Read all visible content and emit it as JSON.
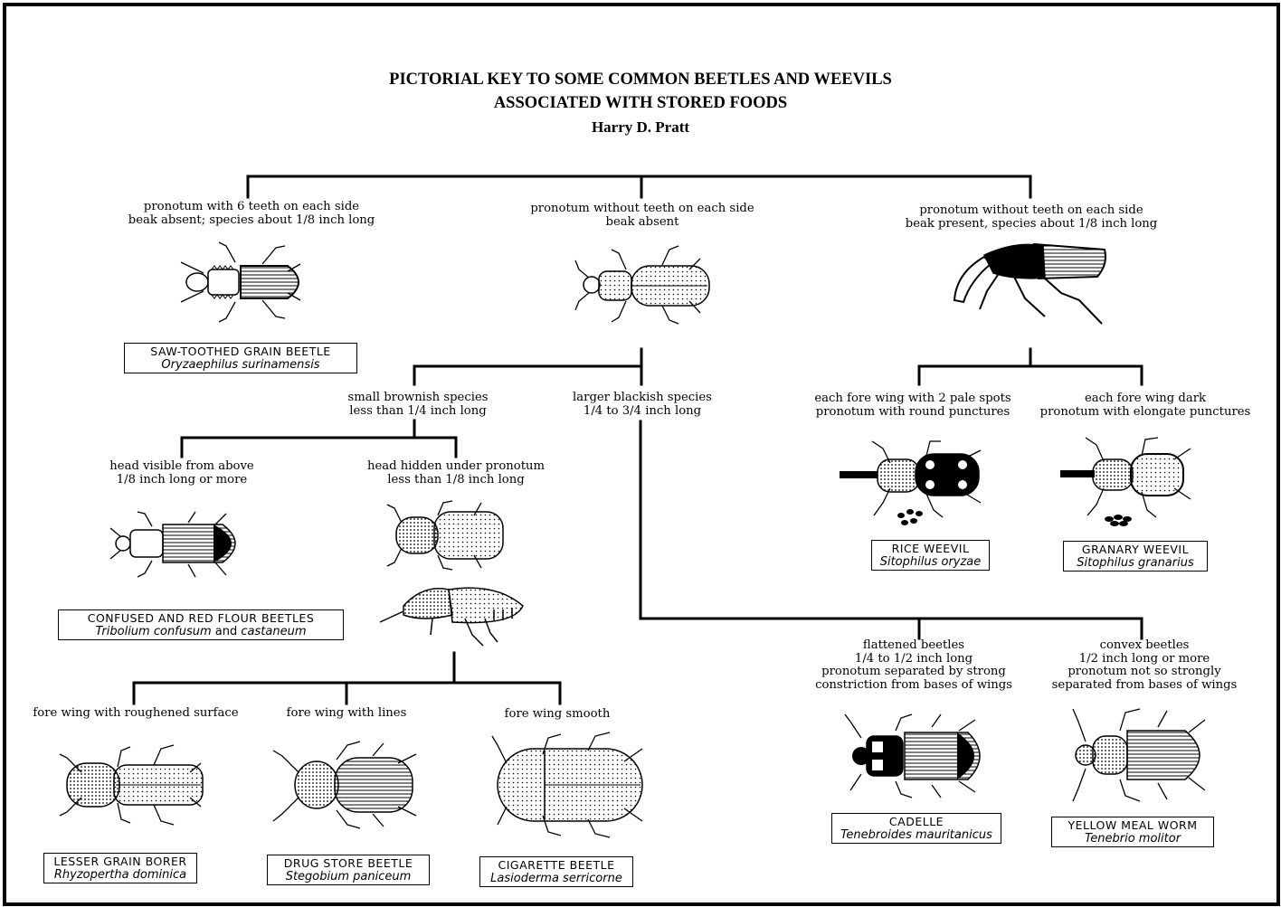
{
  "title": {
    "line1": "PICTORIAL KEY TO SOME COMMON BEETLES AND WEEVILS",
    "line2": "ASSOCIATED WITH STORED FOODS",
    "author": "Harry D. Pratt"
  },
  "groups": {
    "teeth": {
      "line1": "pronotum with 6 teeth on each side",
      "line2": "beak absent; species about 1/8 inch long"
    },
    "no_teeth_no_beak": {
      "line1": "pronotum without teeth on each side",
      "line2": "beak absent"
    },
    "beak": {
      "line1": "pronotum without teeth on each side",
      "line2": "beak present, species about 1/8 inch long"
    },
    "small_brownish": {
      "line1": "small brownish species",
      "line2": "less than 1/4 inch long"
    },
    "larger_blackish": {
      "line1": "larger blackish species",
      "line2": "1/4 to 3/4 inch long"
    },
    "head_visible": {
      "line1": "head visible from above",
      "line2": "1/8 inch long or more"
    },
    "head_hidden": {
      "line1": "head hidden under pronotum",
      "line2": "less than 1/8 inch long"
    },
    "pale_spots": {
      "line1": "each fore wing with 2 pale spots",
      "line2": "pronotum with round punctures"
    },
    "wing_dark": {
      "line1": "each fore wing dark",
      "line2": "pronotum with elongate punctures"
    },
    "roughened": {
      "line1": "fore wing with roughened surface"
    },
    "lines": {
      "line1": "fore wing with lines"
    },
    "smooth": {
      "line1": "fore wing smooth"
    },
    "flattened": {
      "line1": "flattened beetles",
      "line2": "1/4 to 1/2 inch long",
      "line3": "pronotum separated by strong",
      "line4": "constriction from bases of wings"
    },
    "convex": {
      "line1": "convex beetles",
      "line2": "1/2 inch long or more",
      "line3": "pronotum not so strongly",
      "line4": "separated from bases of wings"
    }
  },
  "species": {
    "saw_toothed": {
      "common": "SAW-TOOTHED GRAIN BEETLE",
      "scientific": "Oryzaephilus surinamensis"
    },
    "confused": {
      "common": "CONFUSED AND RED FLOUR BEETLES",
      "sci_a": "Tribolium confusum",
      "sci_and": " and ",
      "sci_b": "castaneum"
    },
    "rice_weevil": {
      "common": "RICE WEEVIL",
      "scientific": "Sitophilus oryzae"
    },
    "granary_weevil": {
      "common": "GRANARY WEEVIL",
      "scientific": "Sitophilus granarius"
    },
    "lesser_grain_borer": {
      "common": "LESSER GRAIN BORER",
      "scientific": "Rhyzopertha dominica"
    },
    "drug_store": {
      "common": "DRUG STORE BEETLE",
      "scientific": "Stegobium paniceum"
    },
    "cigarette": {
      "common": "CIGARETTE BEETLE",
      "scientific": "Lasioderma serricorne"
    },
    "cadelle": {
      "common": "CADELLE",
      "scientific": "Tenebroides mauritanicus"
    },
    "mealworm": {
      "common": "YELLOW MEAL WORM",
      "scientific": "Tenebrio molitor"
    }
  },
  "colors": {
    "ink": "#000000",
    "paper": "#ffffff"
  }
}
